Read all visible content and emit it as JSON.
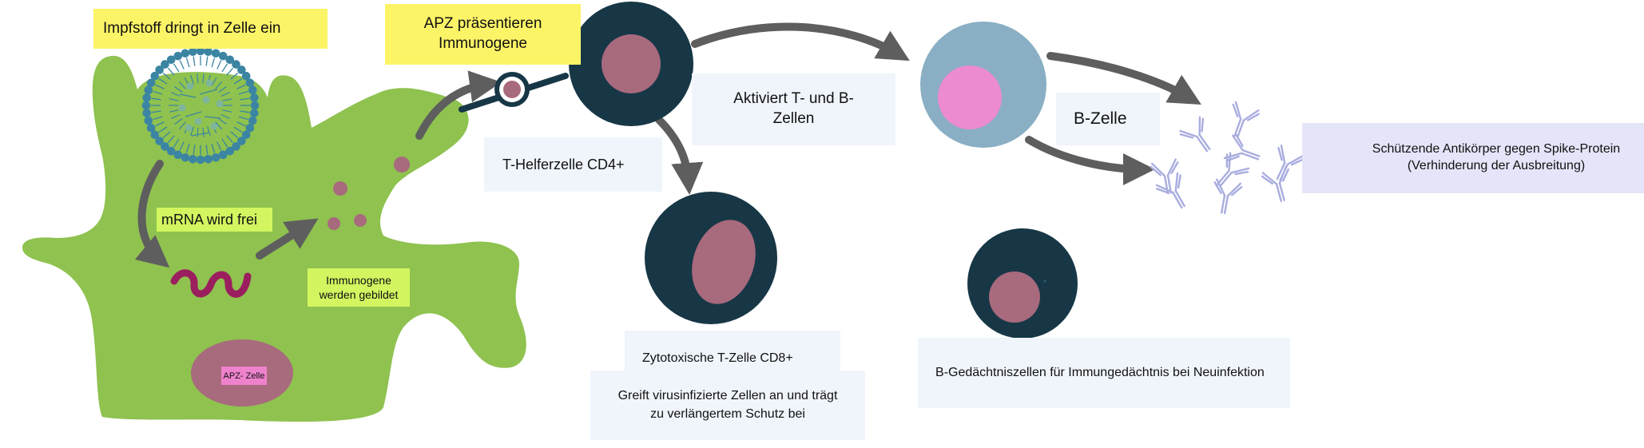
{
  "labels": {
    "vaccine_enters": "Impfstoff dringt in Zelle ein",
    "apc_presents": "APZ präsentieren Immunogene",
    "activates_tb": "Aktiviert T- und B-Zellen",
    "b_cell": "B-Zelle",
    "antibodies": "Schützende Antikörper gegen Spike-Protein (Verhinderung der Ausbreitung)",
    "mrna_free": "mRNA wird frei",
    "immunogens_formed": "Immunogene werden gebildet",
    "apc_cell": "APZ- Zelle",
    "t_helper": "T-Helferzelle CD4+",
    "cytotoxic": "Zytotoxische T-Zelle CD8+",
    "cytotoxic_desc": "Greift virusinfizierte Zellen an und trägt zu verlängertem Schutz bei",
    "memory_b": "B-Gedächtniszellen für Immungedächtnis bei Neuinfektion"
  },
  "colors": {
    "apc_body": "#8fc24f",
    "nucleus": "#a86a7d",
    "t_cell": "#173746",
    "b_cell_body": "#8aafc4",
    "b_cell_nucleus": "#ec8bcf",
    "arrow": "#5e5e5e",
    "lipid": "#3b85a3",
    "mrna": "#9b1f5e",
    "antibody": "#a9addf",
    "label_yellow": "#fcf467",
    "label_lime": "#d2f560",
    "label_pale": "#f0f5fc",
    "label_lavender": "#e4e5f8"
  }
}
